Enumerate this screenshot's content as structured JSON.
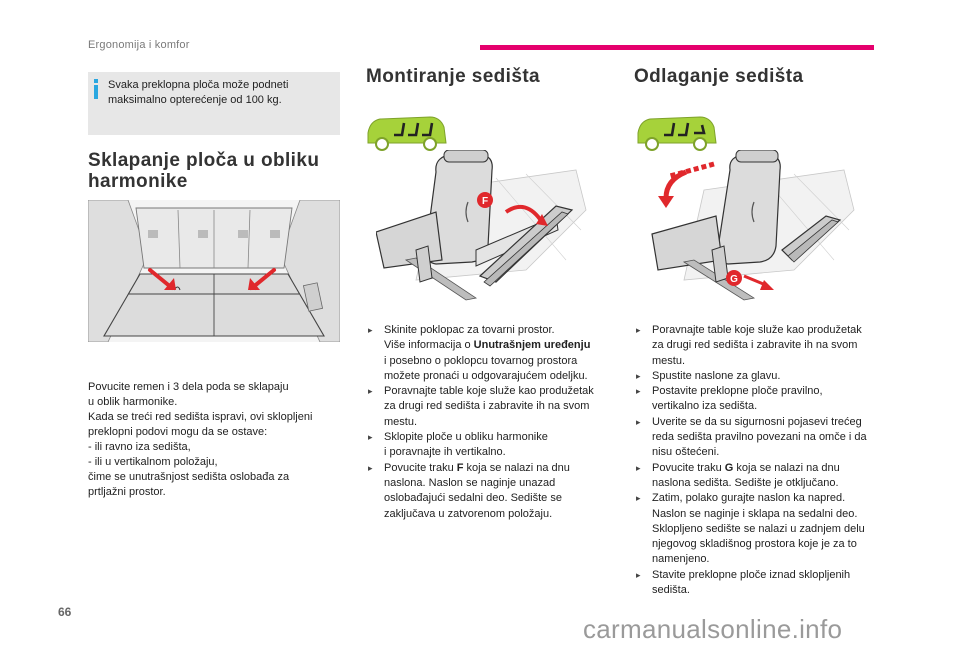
{
  "header": {
    "section": "Ergonomija i komfor",
    "accent_color": "#e5006d"
  },
  "info_box": {
    "icon": "info-icon",
    "lines": [
      "Svaka preklopna ploča može podneti",
      "maksimalno opterećenje od 100 kg."
    ]
  },
  "left": {
    "title_lines": [
      "Sklapanje ploča u obliku",
      "harmonike"
    ],
    "text_lines": [
      "Povucite remen i 3 dela poda se sklapaju",
      "u oblik harmonike.",
      "Kada se treći red sedišta ispravi, ovi sklopljeni",
      "preklopni podovi mogu da se ostave:",
      "-    ili ravno iza sedišta,",
      "-    ili u vertikalnom položaju,",
      "čime se unutrašnjost sedišta oslobađa za",
      "prtljažni prostor."
    ]
  },
  "middle": {
    "title": "Montiranje sedišta",
    "callout": "F",
    "bullets": [
      {
        "lines": [
          "Skinite poklopac za tovarni prostor.",
          "Više informacija o |Unutrašnjem uređenju|",
          "i posebno o poklopcu tovarnog prostora",
          "možete pronaći u odgovarajućem odeljku."
        ]
      },
      {
        "lines": [
          "Poravnajte table koje služe kao produžetak",
          "za drugi red sedišta i zabravite ih na svom",
          "mestu."
        ]
      },
      {
        "lines": [
          "Sklopite ploče u obliku harmonike",
          "i poravnajte ih vertikalno."
        ]
      },
      {
        "lines": [
          "Povucite traku |F| koja se nalazi na dnu",
          "naslona. Naslon se naginje unazad",
          "oslobađajući sedalni deo. Sedište se",
          "zaključava u zatvorenom položaju."
        ]
      }
    ]
  },
  "right": {
    "title": "Odlaganje sedišta",
    "callout": "G",
    "bullets": [
      {
        "lines": [
          "Poravnajte table koje služe kao produžetak",
          "za drugi red sedišta i zabravite ih na svom",
          "mestu."
        ]
      },
      {
        "lines": [
          "Spustite naslone za glavu."
        ]
      },
      {
        "lines": [
          "Postavite preklopne ploče pravilno,",
          "vertikalno iza sedišta."
        ]
      },
      {
        "lines": [
          "Uverite se da su sigurnosni pojasevi trećeg",
          "reda sedišta pravilno povezani na omče i da",
          "nisu oštećeni."
        ]
      },
      {
        "lines": [
          "Povucite traku |G| koja se nalazi na dnu",
          "naslona sedišta. Sedište je otključano."
        ]
      },
      {
        "lines": [
          "Zatim, polako gurajte naslon ka napred.",
          "Naslon se naginje i sklapa na sedalni deo.",
          "Sklopljeno sedište se nalazi u zadnjem delu",
          "njegovog skladišnog prostora koje je za to",
          "namenjeno."
        ]
      },
      {
        "lines": [
          "Stavite preklopne ploče iznad sklopljenih",
          "sedišta."
        ]
      }
    ]
  },
  "footer": {
    "page_number": "66",
    "watermark": "carmanualsonline.info"
  },
  "colors": {
    "info_accent": "#2aa7e0",
    "car_green": "#a6d23a",
    "arrow_red": "#e0282c"
  }
}
